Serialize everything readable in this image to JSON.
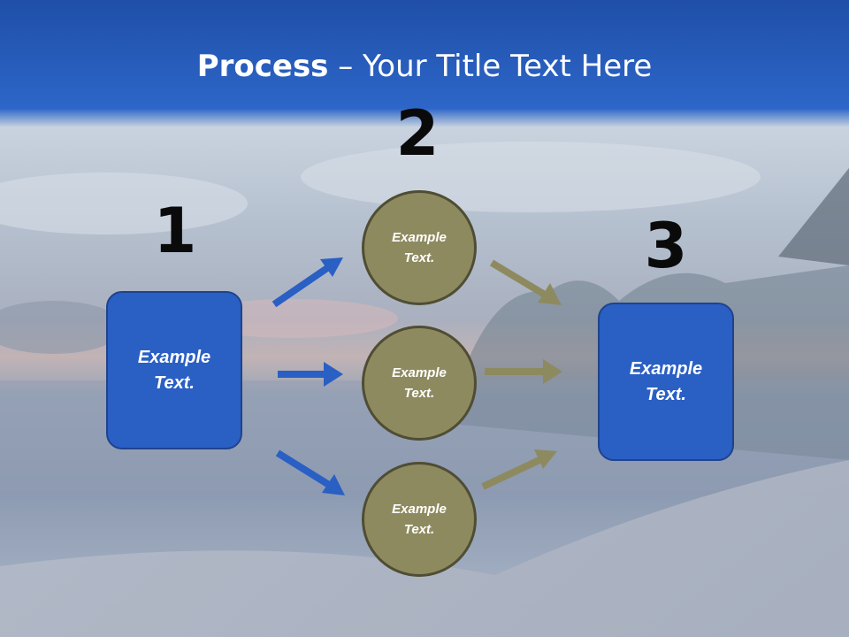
{
  "title": {
    "bold": "Process",
    "rest": " – Your Title Text Here"
  },
  "steps": [
    {
      "number": "1"
    },
    {
      "number": "2"
    },
    {
      "number": "3"
    }
  ],
  "nodes": {
    "left_box": "Example\nText.",
    "circle_top": "Example\nText.",
    "circle_middle": "Example\nText.",
    "circle_bottom": "Example\nText.",
    "right_box": "Example\nText."
  },
  "colors": {
    "header": "#2a5fc4",
    "box": "#2a5fc4",
    "circle": "#8e8a60",
    "arrow_blue": "#2a5fc4",
    "arrow_olive": "#8e8a60"
  }
}
